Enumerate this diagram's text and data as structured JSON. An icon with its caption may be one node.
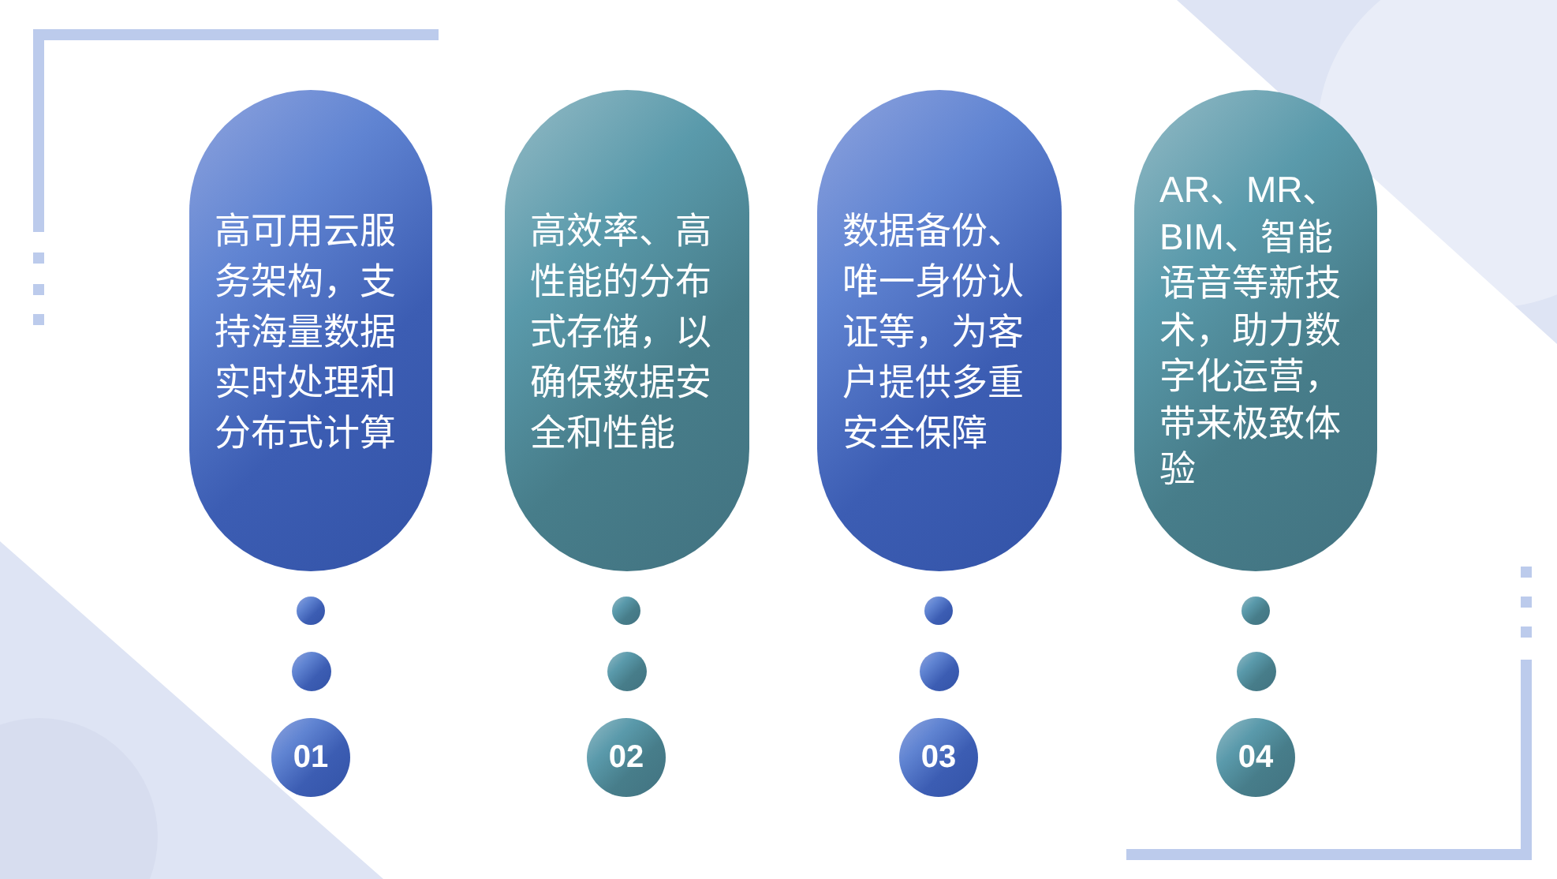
{
  "diagram": {
    "nodes": [
      {
        "text": [
          "高可用云服务架构，支持海量数据实时处理和分布式计算"
        ]
      },
      {
        "text": [
          "高效率、高性能的分布式存储，以确保数据安全和性能"
        ]
      },
      {
        "text": [
          "数据备份、唯一身份认证等，为客户提供多重安全保障"
        ]
      },
      {
        "text": [
          "AR、MR、BIM、智能语音等新技术，助力数字化运营，带来极致体验"
        ]
      },
      {
        "text": [
          "01"
        ]
      },
      {
        "text": [
          "02"
        ]
      },
      {
        "text": [
          "03"
        ]
      },
      {
        "text": [
          "04"
        ]
      }
    ]
  }
}
